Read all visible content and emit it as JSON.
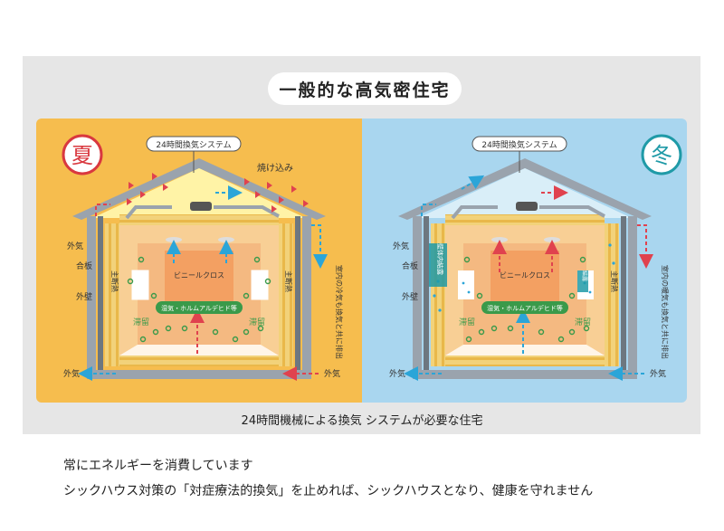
{
  "header": {
    "title": "一般的な高気密住宅"
  },
  "summer": {
    "season_char": "夏",
    "system_label": "24時間換気システム",
    "roof_heat_label": "焼け込み",
    "outside_air": "外気",
    "plywood": "合板",
    "outer_wall": "外壁",
    "insulation": "主断熱",
    "vinyl_cloth": "ビニールクロス",
    "pollutants": "湿気・ホルムアルデヒド等",
    "stagnation": "滞留",
    "exhaust_note": "室内の冷気も換気と共に排出"
  },
  "winter": {
    "season_char": "冬",
    "system_label": "24時間換気システム",
    "outside_air": "外気",
    "plywood": "合板",
    "outer_wall": "外壁",
    "insulation": "主断熱",
    "condensation": "壁体内結露",
    "window_condensation": "結露",
    "vinyl_cloth": "ビニールクロス",
    "pollutants": "湿気・ホルムアルデヒド等",
    "stagnation": "滞留",
    "exhaust_note": "室内の暖気も換気と共に排出"
  },
  "caption": "24時間機械による換気 システムが必要な住宅",
  "notes": [
    "常にエネルギーを消費しています",
    "シックハウス対策の「対症療法的換気」を止めれば、シックハウスとなり、健康を守れません"
  ],
  "colors": {
    "summer_bg": "#f6bd4e",
    "winter_bg": "#a9d6ef",
    "panel_bg": "#e6e6e6",
    "summer_accent": "#d9383f",
    "winter_accent": "#1f9aa7",
    "arrow_red": "#e0424e",
    "arrow_blue": "#2ba5d8",
    "stagnation_green": "#3a9a4a"
  }
}
